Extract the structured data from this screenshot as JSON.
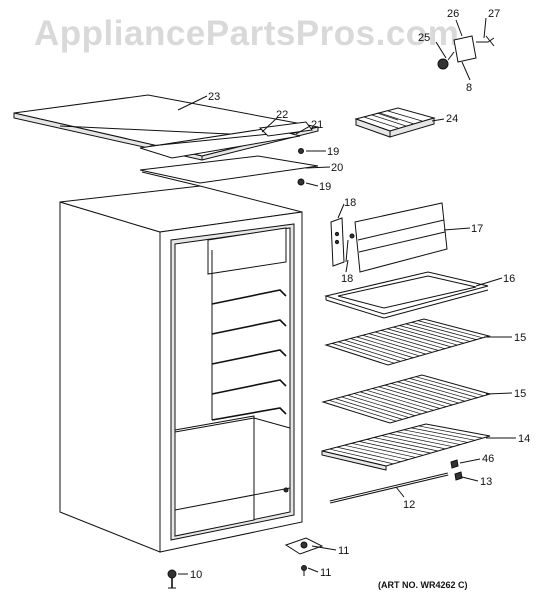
{
  "watermark": "AppliancePartsPros.com",
  "art_number": "(ART NO. WR4262 C)",
  "callouts": [
    "23",
    "22",
    "21",
    "19",
    "20",
    "19",
    "18",
    "18",
    "17",
    "16",
    "15",
    "15",
    "14",
    "46",
    "13",
    "12",
    "11",
    "11",
    "10",
    "24",
    "26",
    "27",
    "25",
    "8"
  ]
}
